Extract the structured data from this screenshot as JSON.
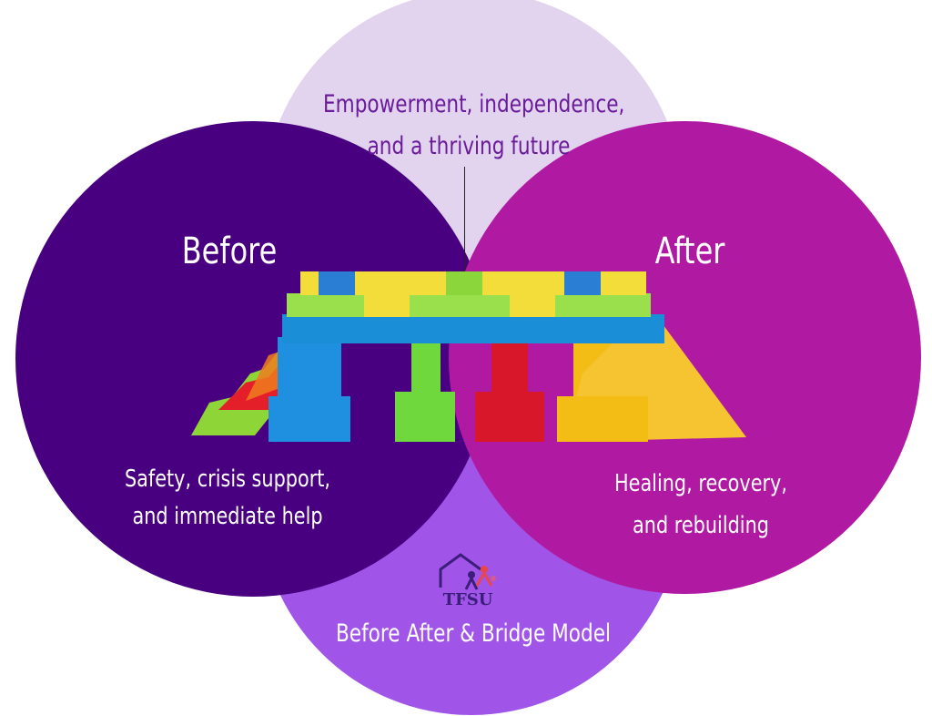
{
  "colors": {
    "top_circle": "#e2d3ee",
    "bottom_circle": "#a055e8",
    "before_circle": "#480080",
    "after_circle": "#b01aa2",
    "top_text": "#6a1b9a",
    "logo_text": "#3a1e7a"
  },
  "top": {
    "label_line1": "Empowerment, independence,",
    "label_line2": "and a thriving future"
  },
  "before": {
    "title": "Before",
    "sub_line1": "Safety, crisis support,",
    "sub_line2": "and immediate help"
  },
  "after": {
    "title": "After",
    "sub_line1": "Healing, recovery,",
    "sub_line2": "and rebuilding"
  },
  "bottom": {
    "logo_text": "TFSU",
    "title": "Before After & Bridge Model"
  },
  "image": {
    "name": "toy-brick-bridge"
  }
}
